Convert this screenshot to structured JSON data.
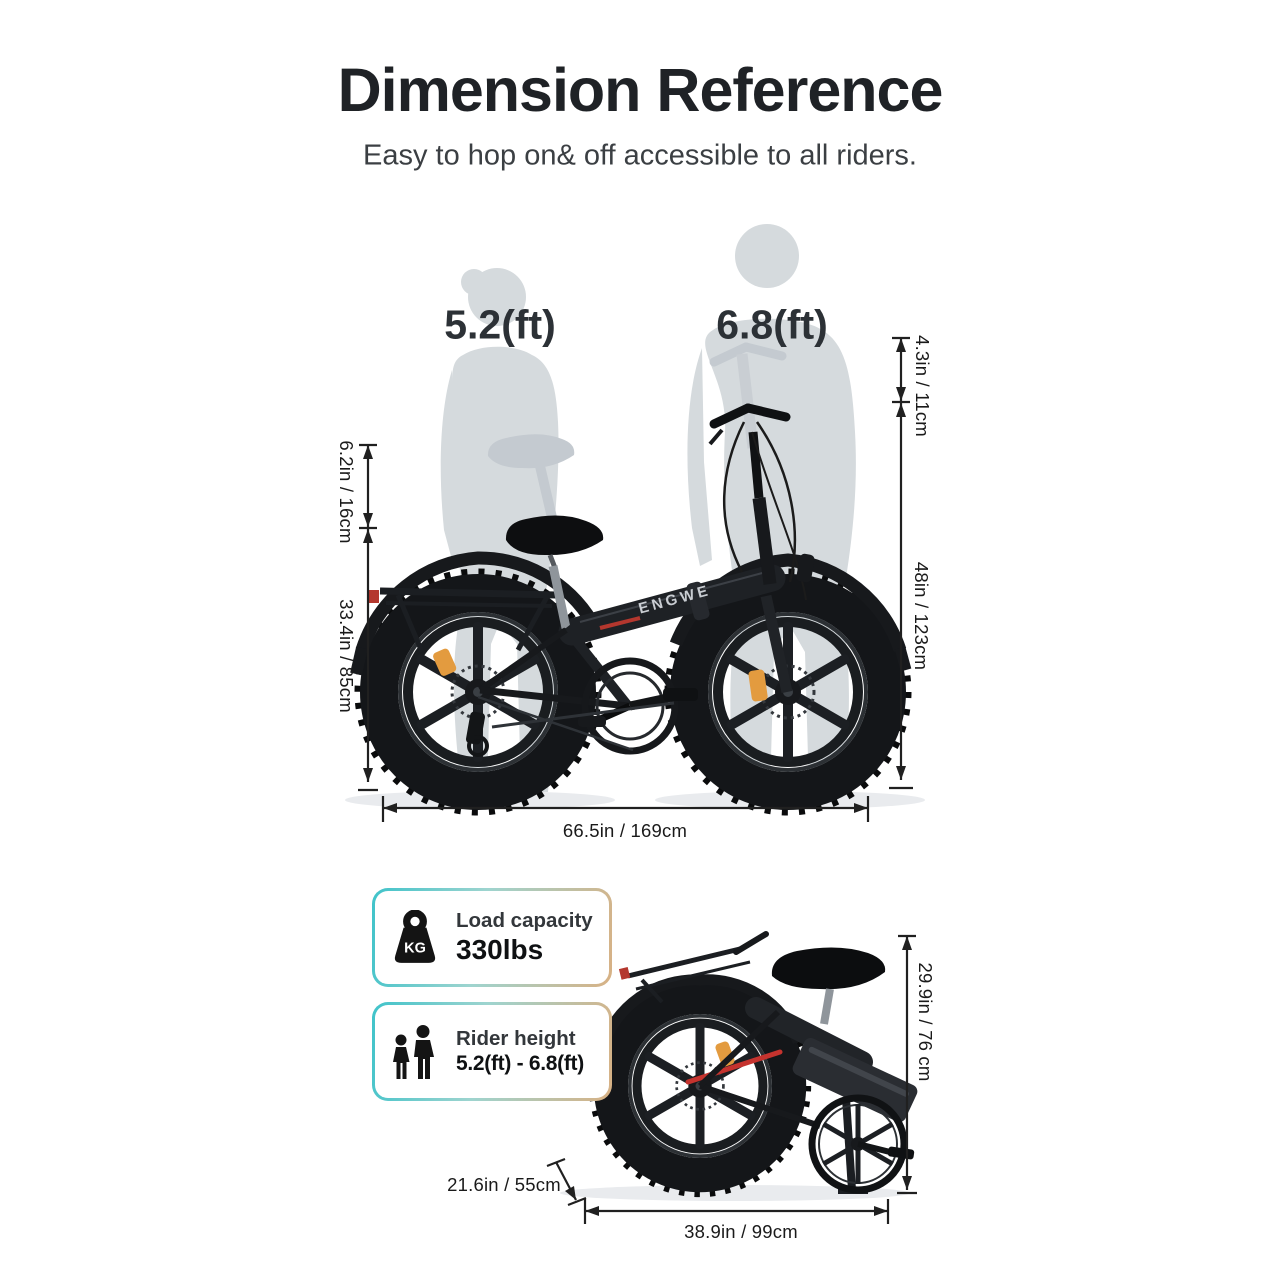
{
  "header": {
    "title": "Dimension Reference",
    "subtitle": "Easy to hop on& off accessible to all riders."
  },
  "main_diagram": {
    "female_height": "5.2(ft)",
    "male_height": "6.8(ft)",
    "brand": "ENGWE",
    "dims": {
      "handlebar_adjust": "4.3in / 11cm",
      "seat_adjust": "6.2in / 16cm",
      "seat_height": "33.4in / 85cm",
      "handlebar_height": "48in / 123cm",
      "total_length": "66.5in / 169cm"
    }
  },
  "badges": {
    "load": {
      "icon": "kettlebell-kg-icon",
      "icon_text": "KG",
      "label": "Load capacity",
      "value": "330lbs"
    },
    "rider": {
      "icon": "rider-height-icon",
      "label": "Rider height",
      "value": "5.2(ft) - 6.8(ft)"
    }
  },
  "folded_diagram": {
    "dims": {
      "height": "29.9in / 76 cm",
      "width": "21.6in / 55cm",
      "length": "38.9in / 99cm"
    }
  },
  "colors": {
    "accent_teal": "#3fc3ca",
    "accent_tan": "#d8b184",
    "silhouette": "#d5dadd",
    "reflector_orange": "#e39b3f",
    "accent_red": "#c5332e",
    "text_dark": "#1a1a1a"
  }
}
